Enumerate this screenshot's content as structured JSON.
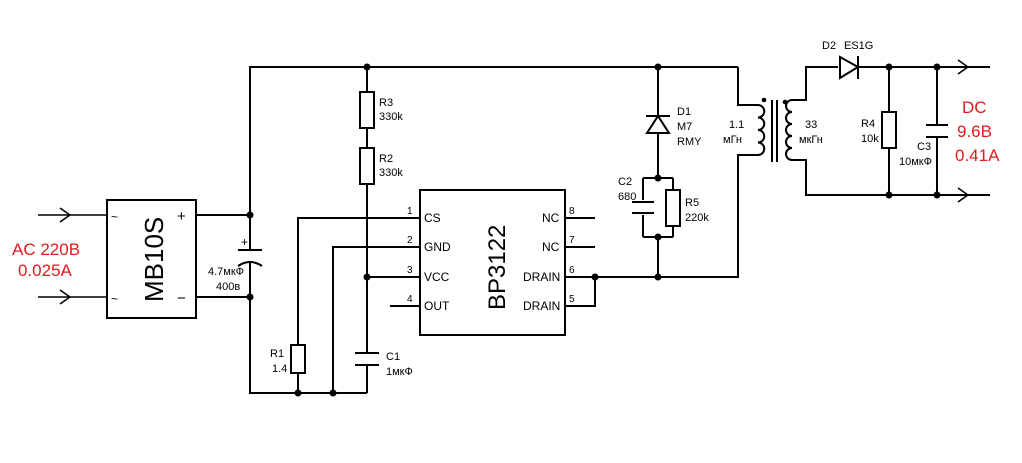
{
  "colors": {
    "wire": "#000000",
    "io_label": "#e01b1b",
    "background": "#ffffff"
  },
  "input": {
    "line1": "AC 220B",
    "line2": "0.025A"
  },
  "output": {
    "line1": "DC",
    "line2": "9.6B",
    "line3": "0.41A"
  },
  "bridge": {
    "name": "MB10S",
    "ac_left_top": "~",
    "ac_left_bottom": "~",
    "plus": "+",
    "minus": "−"
  },
  "ic": {
    "name": "BP3122",
    "pins": [
      {
        "num": "1",
        "label": "CS"
      },
      {
        "num": "2",
        "label": "GND"
      },
      {
        "num": "3",
        "label": "VCC"
      },
      {
        "num": "4",
        "label": "OUT"
      },
      {
        "num": "8",
        "label": "NC"
      },
      {
        "num": "7",
        "label": "NC"
      },
      {
        "num": "6",
        "label": "DRAIN"
      },
      {
        "num": "5",
        "label": "DRAIN"
      }
    ]
  },
  "components": {
    "cin": {
      "polarity": "+",
      "value": "4.7мкФ",
      "voltage": "400в"
    },
    "r3": {
      "name": "R3",
      "value": "330k"
    },
    "r2": {
      "name": "R2",
      "value": "330k"
    },
    "r1": {
      "name": "R1",
      "value": "1.4"
    },
    "c1": {
      "name": "C1",
      "value": "1мкФ"
    },
    "d1": {
      "name": "D1",
      "part": "M7",
      "note": "RMY"
    },
    "c2": {
      "name": "C2",
      "value": "680"
    },
    "r5": {
      "name": "R5",
      "value": "220k"
    },
    "l1": {
      "value": "1.1",
      "unit": "мГн"
    },
    "l2": {
      "value": "33",
      "unit": "мкГн"
    },
    "d2": {
      "name": "D2",
      "part": "ES1G"
    },
    "r4": {
      "name": "R4",
      "value": "10k"
    },
    "c3": {
      "name": "C3",
      "value": "10мкФ"
    }
  }
}
